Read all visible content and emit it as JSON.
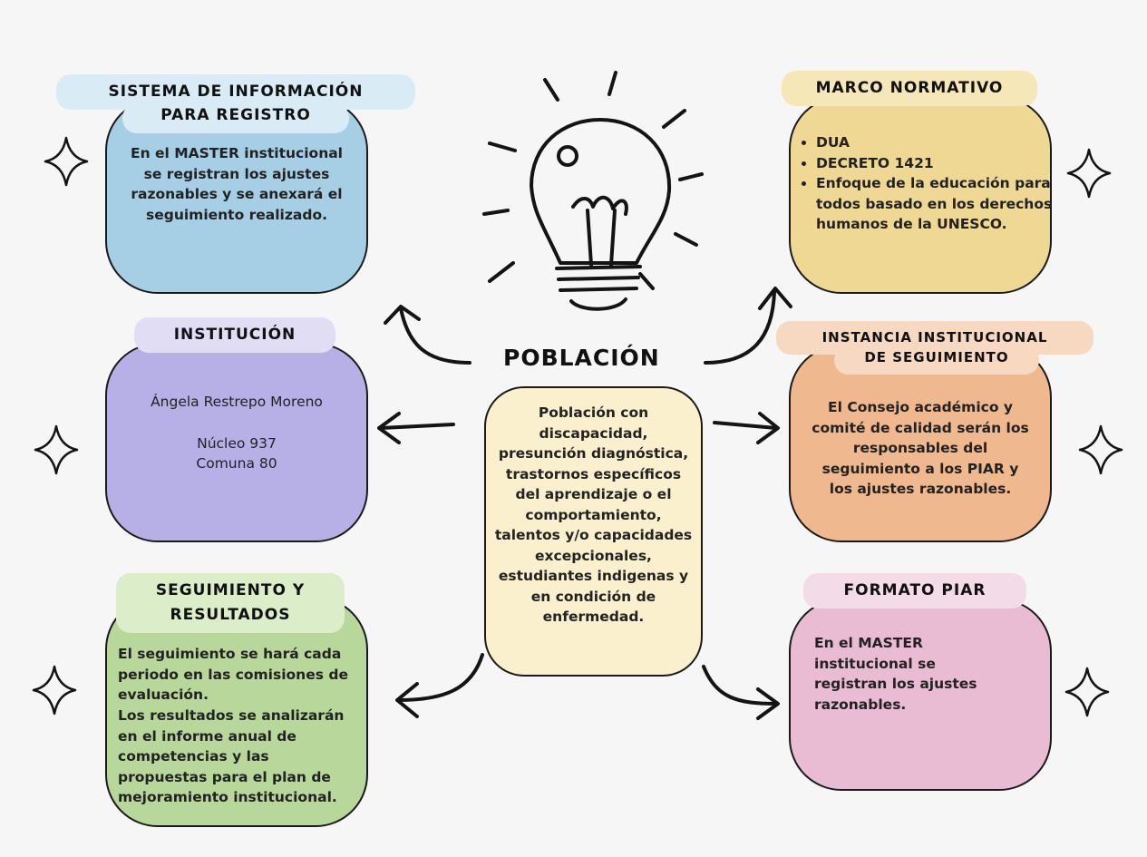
{
  "center": {
    "title": "POBLACIÓN",
    "text": "Población con discapacidad, presunción diagnóstica, trastornos específicos del aprendizaje o el comportamiento, talentos y/o capacidades excepcionales, estudiantes indigenas y en condición de enfermedad."
  },
  "sistema": {
    "tag_lines": [
      "SISTEMA DE INFORMACIÓN",
      "PARA REGISTRO"
    ],
    "text": "En el MASTER institucional se registran los ajustes razonables y se anexará el seguimiento realizado."
  },
  "institucion": {
    "tag": "INSTITUCIÓN",
    "name": "Ángela Restrepo Moreno",
    "nucleo": "Núcleo 937",
    "comuna": "Comuna 80"
  },
  "seguimiento": {
    "tag_lines": [
      "SEGUIMIENTO Y",
      "RESULTADOS"
    ],
    "text1": "El seguimiento se hará cada periodo en las comisiones de evaluación.",
    "text2": "Los resultados se analizarán en el informe anual de competencias y las propuestas para el plan de mejoramiento institucional."
  },
  "marco": {
    "tag": "MARCO NORMATIVO",
    "items": [
      "DUA",
      "DECRETO 1421",
      "Enfoque de la educación para todos basado en los derechos humanos de la UNESCO."
    ]
  },
  "instancia": {
    "tag_lines": [
      "INSTANCIA INSTITUCIONAL",
      "DE SEGUIMIENTO"
    ],
    "text": "El Consejo académico y comité de calidad serán los responsables del seguimiento a los PIAR y los ajustes razonables."
  },
  "piar": {
    "tag": "FORMATO PIAR",
    "text": "En el MASTER institucional se registran los ajustes razonables."
  },
  "colors": {
    "blue": "#a6cfe6",
    "purple": "#b7b0e6",
    "green": "#b8d79b",
    "yellow": "#efd894",
    "orange": "#efb88f",
    "pink": "#e9bcd3",
    "center": "#fbf0cd"
  },
  "icons": [
    "lightbulb-icon",
    "sparkle-icon",
    "arrow-icon"
  ]
}
